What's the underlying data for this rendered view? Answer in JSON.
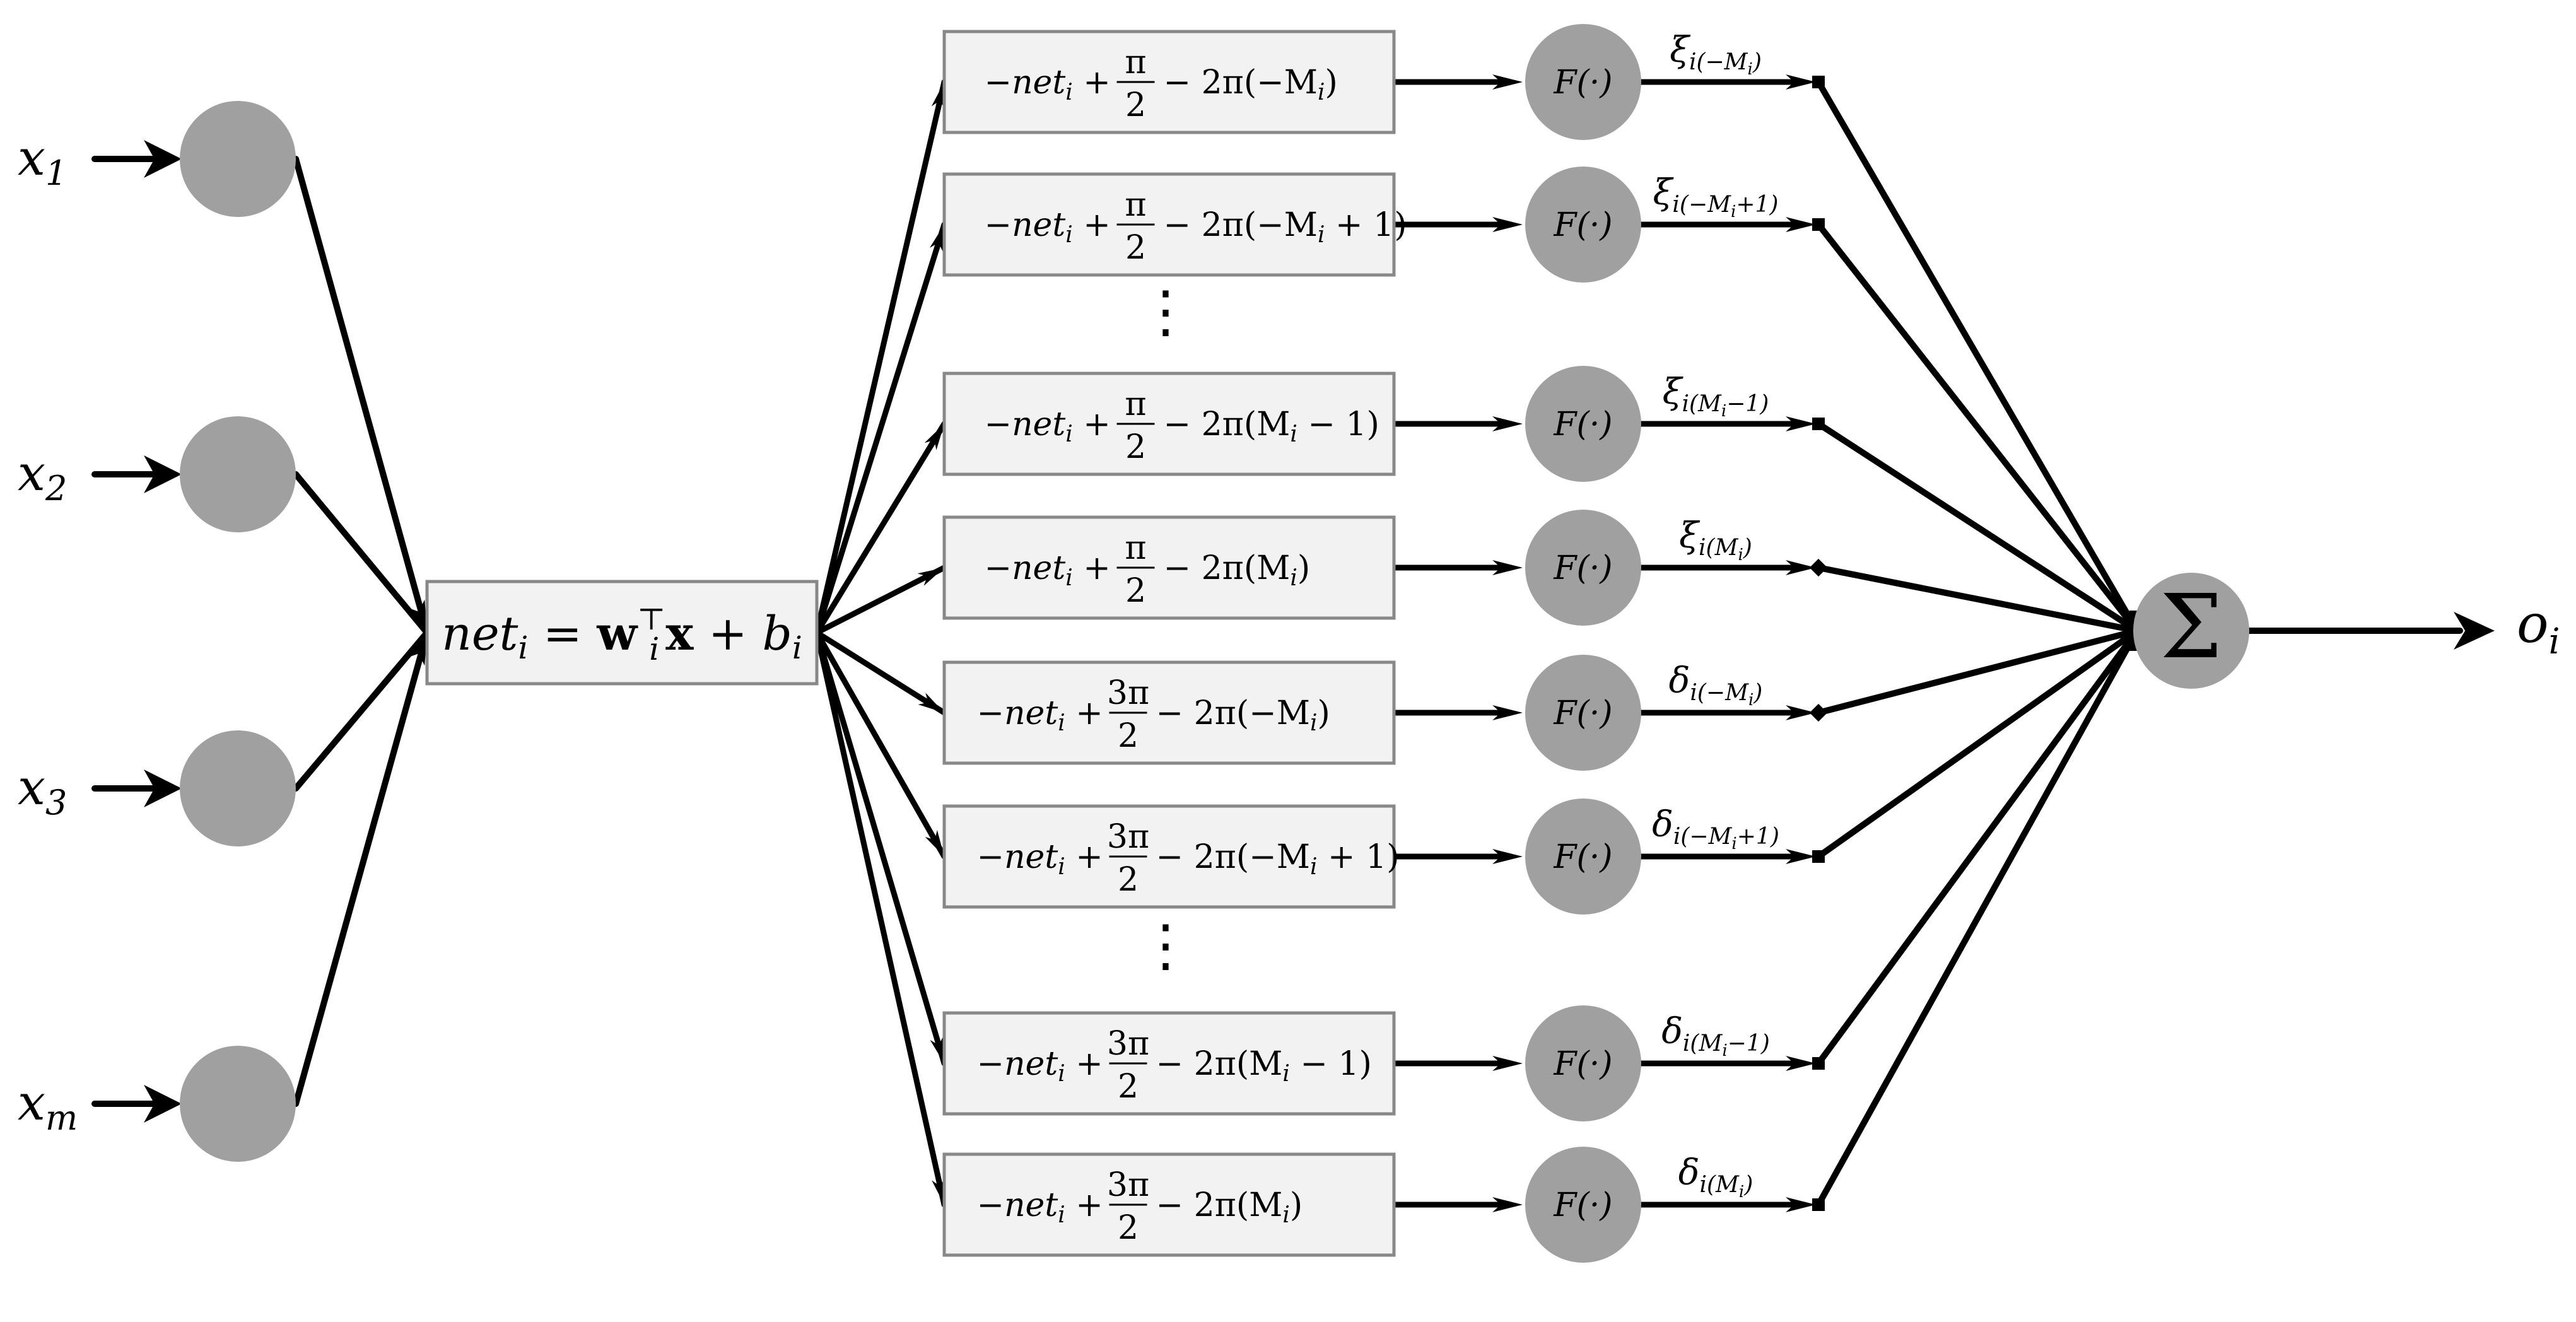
{
  "colors": {
    "node_fill": "#a0a0a0",
    "box_fill": "#f2f2f2",
    "box_stroke": "#888888",
    "edge": "#000000"
  },
  "inputs": [
    {
      "var": "x",
      "sub": "1"
    },
    {
      "var": "x",
      "sub": "2"
    },
    {
      "var": "x",
      "sub": "3"
    },
    {
      "var": "x",
      "sub": "m"
    }
  ],
  "net": {
    "lhs_var": "net",
    "lhs_sub": "i",
    "eq": "=",
    "w": "w",
    "w_sub": "i",
    "w_sup": "⊤",
    "x": "x",
    "plus": "+",
    "b": "b",
    "b_sub": "i"
  },
  "branches": [
    {
      "neg": "−net",
      "neg_sub": "i",
      "num": "π",
      "den": "2",
      "tail": "− 2π(−M",
      "tail_sub": "i",
      "tail_end": ")",
      "f": "F(·)",
      "w_sym": "ξ",
      "w_sub": "i(−M",
      "w_sub2": "i",
      "w_sub3": ")"
    },
    {
      "neg": "−net",
      "neg_sub": "i",
      "num": "π",
      "den": "2",
      "tail": "− 2π(−M",
      "tail_sub": "i",
      "tail_end": " + 1)",
      "f": "F(·)",
      "w_sym": "ξ",
      "w_sub": "i(−M",
      "w_sub2": "i",
      "w_sub3": "+1)"
    },
    {
      "neg": "−net",
      "neg_sub": "i",
      "num": "π",
      "den": "2",
      "tail": "− 2π(M",
      "tail_sub": "i",
      "tail_end": " − 1)",
      "f": "F(·)",
      "w_sym": "ξ",
      "w_sub": "i(M",
      "w_sub2": "i",
      "w_sub3": "−1)"
    },
    {
      "neg": "−net",
      "neg_sub": "i",
      "num": "π",
      "den": "2",
      "tail": "− 2π(M",
      "tail_sub": "i",
      "tail_end": ")",
      "f": "F(·)",
      "w_sym": "ξ",
      "w_sub": "i(M",
      "w_sub2": "i",
      "w_sub3": ")"
    },
    {
      "neg": "−net",
      "neg_sub": "i",
      "num": "3π",
      "den": "2",
      "tail": "− 2π(−M",
      "tail_sub": "i",
      "tail_end": ")",
      "f": "F(·)",
      "w_sym": "δ",
      "w_sub": "i(−M",
      "w_sub2": "i",
      "w_sub3": ")"
    },
    {
      "neg": "−net",
      "neg_sub": "i",
      "num": "3π",
      "den": "2",
      "tail": "− 2π(−M",
      "tail_sub": "i",
      "tail_end": " + 1)",
      "f": "F(·)",
      "w_sym": "δ",
      "w_sub": "i(−M",
      "w_sub2": "i",
      "w_sub3": "+1)"
    },
    {
      "neg": "−net",
      "neg_sub": "i",
      "num": "3π",
      "den": "2",
      "tail": "− 2π(M",
      "tail_sub": "i",
      "tail_end": " − 1)",
      "f": "F(·)",
      "w_sym": "δ",
      "w_sub": "i(M",
      "w_sub2": "i",
      "w_sub3": "−1)"
    },
    {
      "neg": "−net",
      "neg_sub": "i",
      "num": "3π",
      "den": "2",
      "tail": "− 2π(M",
      "tail_sub": "i",
      "tail_end": ")",
      "f": "F(·)",
      "w_sym": "δ",
      "w_sub": "i(M",
      "w_sub2": "i",
      "w_sub3": ")"
    }
  ],
  "ellipsis": "⋮",
  "sum_symbol": "Σ",
  "output": {
    "var": "o",
    "sub": "i"
  }
}
